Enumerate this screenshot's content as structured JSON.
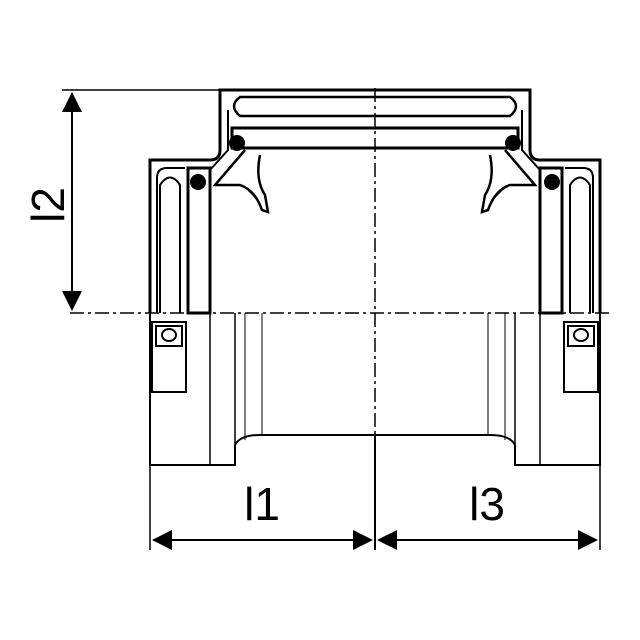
{
  "labels": {
    "l1": "l1",
    "l2": "l2",
    "l3": "l3"
  },
  "colors": {
    "line": "#000000",
    "background": "#ffffff"
  }
}
